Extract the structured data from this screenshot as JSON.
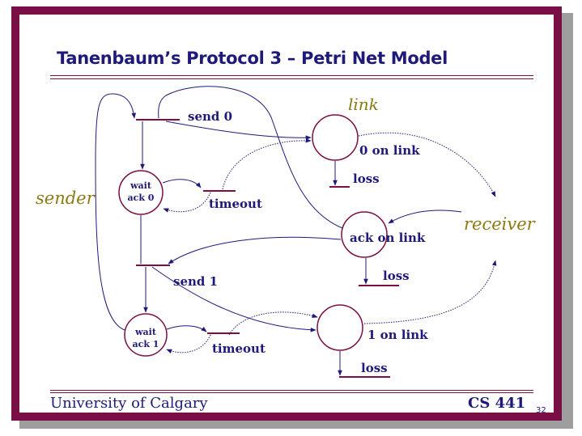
{
  "slide": {
    "title": "Tanenbaum’s Protocol 3 – Petri Net Model",
    "footer_left": "University of Calgary",
    "footer_right": "CS 441",
    "page_number": "32"
  },
  "colors": {
    "frame": "#7a0f45",
    "text": "#1f1a7a",
    "accent_label": "#8b7a14"
  },
  "diagram": {
    "role_labels": {
      "link": "link",
      "sender": "sender",
      "receiver": "receiver"
    },
    "places": {
      "wait_ack0": [
        "wait",
        "ack 0"
      ],
      "wait_ack1": [
        "wait",
        "ack 1"
      ],
      "zero_on_link": "0 on link",
      "ack_on_link": "ack on link",
      "one_on_link": "1 on link"
    },
    "transitions": {
      "send0": "send 0",
      "send1": "send 1",
      "timeout_upper": "timeout",
      "timeout_lower": "timeout",
      "loss_zero": "loss",
      "loss_ack": "loss",
      "loss_one": "loss"
    }
  }
}
